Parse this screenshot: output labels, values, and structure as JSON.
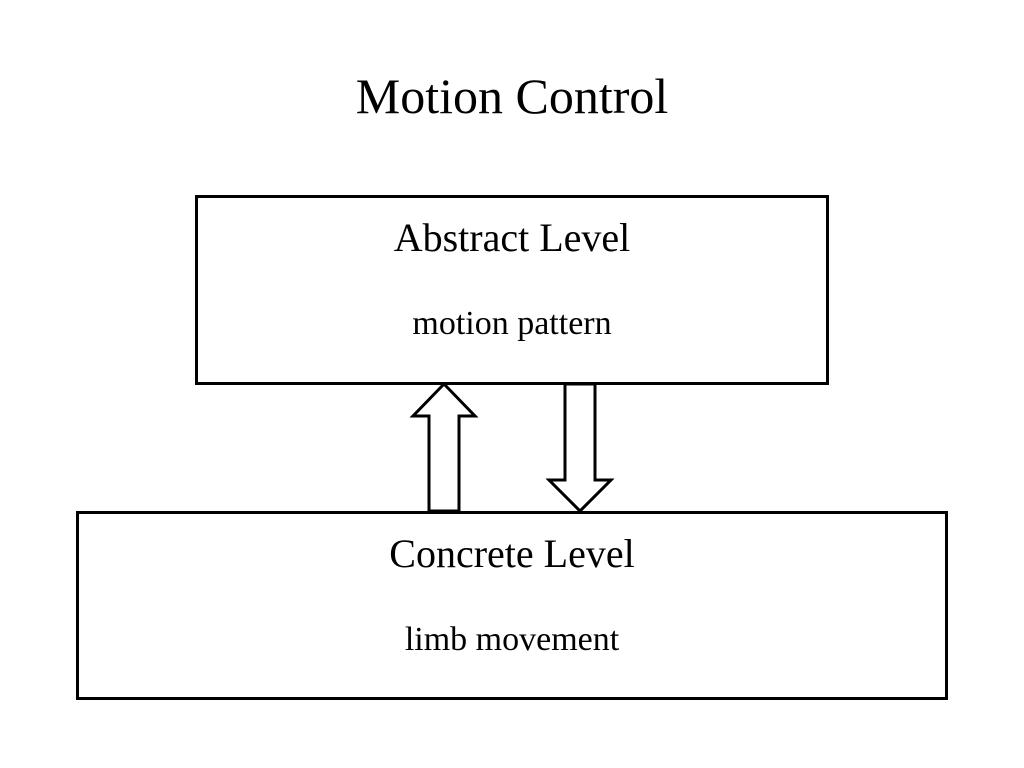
{
  "title": "Motion Control",
  "abstract_box": {
    "heading": "Abstract Level",
    "subheading": "motion pattern"
  },
  "concrete_box": {
    "heading": "Concrete Level",
    "subheading": "limb movement"
  },
  "colors": {
    "stroke": "#000000",
    "fill": "#ffffff"
  }
}
